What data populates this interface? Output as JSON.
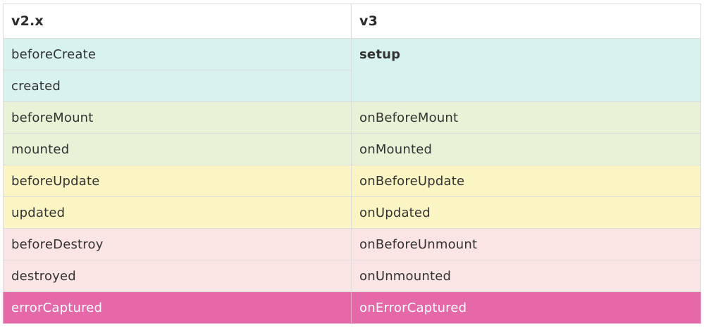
{
  "table": {
    "headers": [
      "v2.x",
      "v3"
    ],
    "rows": [
      {
        "v2": "beforeCreate",
        "v3": "setup"
      },
      {
        "v2": "created",
        "v3": ""
      },
      {
        "v2": "beforeMount",
        "v3": "onBeforeMount"
      },
      {
        "v2": "mounted",
        "v3": "onMounted"
      },
      {
        "v2": "beforeUpdate",
        "v3": "onBeforeUpdate"
      },
      {
        "v2": "updated",
        "v3": "onUpdated"
      },
      {
        "v2": "beforeDestroy",
        "v3": "onBeforeUnmount"
      },
      {
        "v2": "destroyed",
        "v3": "onUnmounted"
      },
      {
        "v2": "errorCaptured",
        "v3": "onErrorCaptured"
      }
    ]
  },
  "colors": {
    "creation": "#d8f2ef",
    "mount": "#e7f2d7",
    "update": "#fbf5c4",
    "destroy": "#fbe5e4",
    "error": "#e568a9"
  }
}
